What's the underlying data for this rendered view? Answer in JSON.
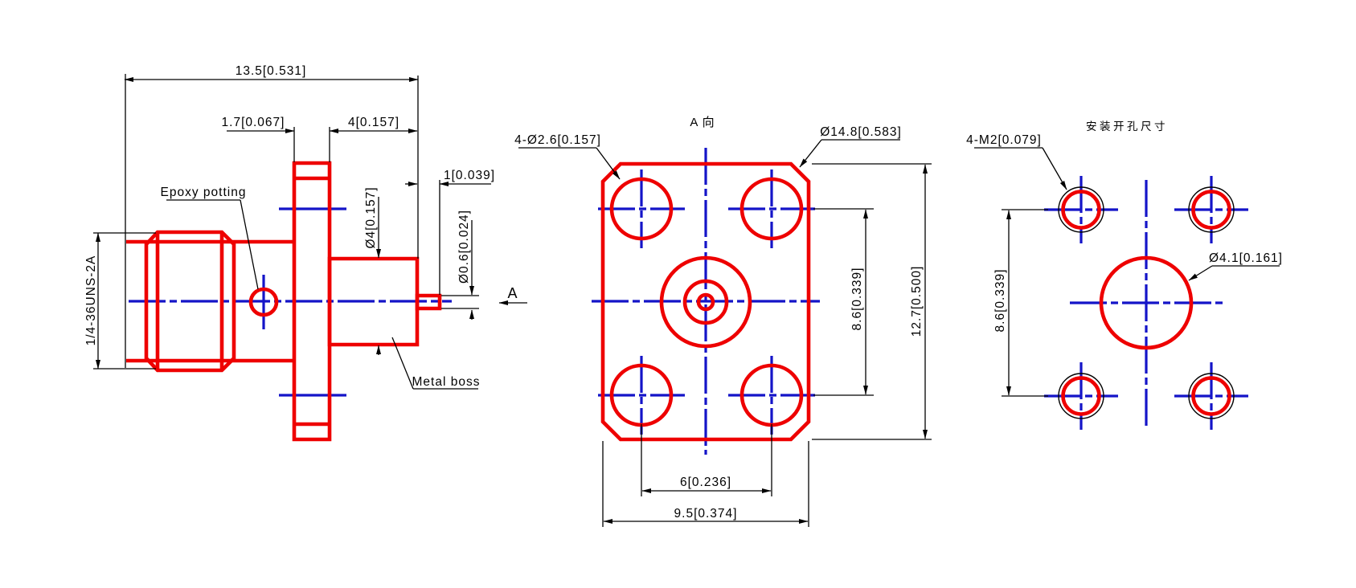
{
  "side_view": {
    "view_label": "A",
    "dims": {
      "overall_length": "13.5[0.531]",
      "flange_thickness": "1.7[0.067]",
      "boss_length": "4[0.157]",
      "pin_length": "1[0.039]",
      "boss_diameter": "Ø4[0.157]",
      "pin_diameter": "Ø0.6[0.024]",
      "coupling_thread": "1/4-36UNS-2A"
    },
    "callouts": {
      "epoxy": "Epoxy potting",
      "metal_boss": "Metal boss"
    }
  },
  "front_view": {
    "title": "A 向",
    "dims": {
      "corner_holes": "4-Ø2.6[0.157]",
      "body_diameter": "Ø14.8[0.583]",
      "hole_spacing_vertical": "8.6[0.339]",
      "flange_height": "12.7[0.500]",
      "hole_spacing_horizontal": "6[0.236]",
      "flange_width": "9.5[0.374]"
    }
  },
  "mounting_view": {
    "title": "安装开孔尺寸",
    "dims": {
      "tapped_holes": "4-M2[0.079]",
      "center_hole": "Ø4.1[0.161]",
      "hole_spacing_vertical": "8.6[0.339]"
    }
  },
  "colors": {
    "part_outline": "#ee0000",
    "centerline": "#1414c8",
    "dimension": "#000000",
    "background": "#ffffff"
  }
}
